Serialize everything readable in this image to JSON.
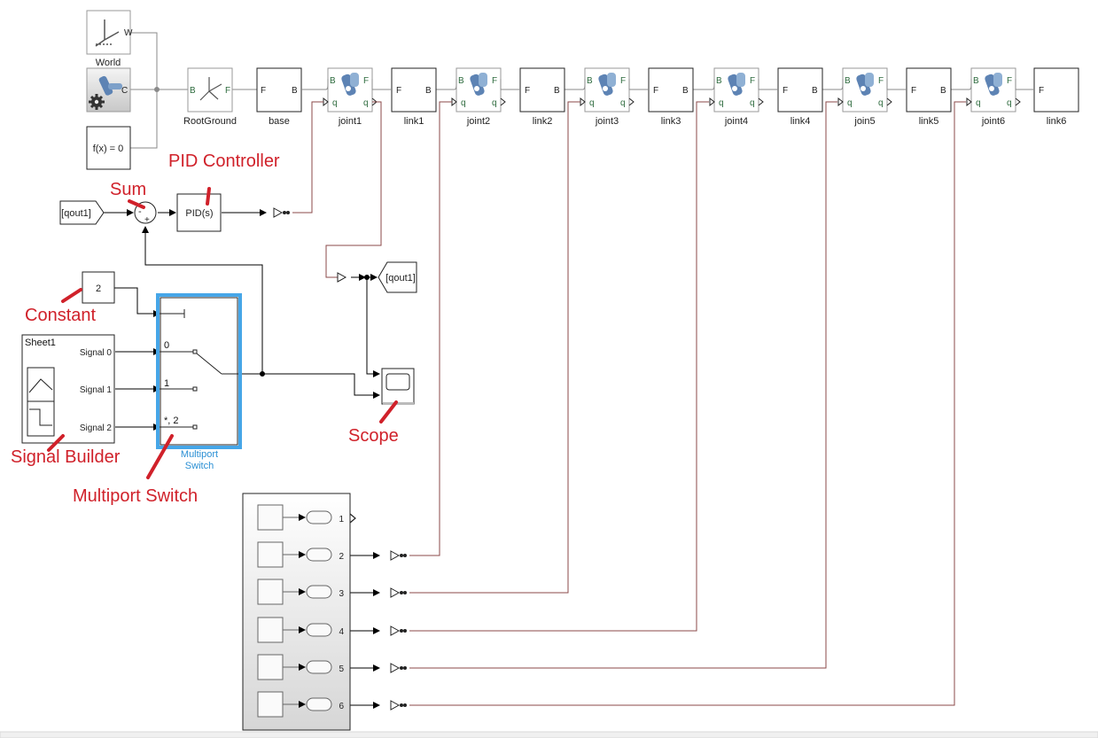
{
  "chain": {
    "world_label": "World",
    "world_port": "W",
    "solver_port": "C",
    "fx_text": "f(x) = 0",
    "root_label": "RootGround",
    "root_ports": [
      "B",
      "F"
    ],
    "base_label": "base",
    "link_ports": [
      "F",
      "B"
    ],
    "joint_ports": {
      "b": "B",
      "f": "F",
      "q": "q"
    },
    "joints": [
      "joint1",
      "joint2",
      "joint3",
      "joint4",
      "join5",
      "joint6"
    ],
    "links": [
      "link1",
      "link2",
      "link3",
      "link4",
      "link5"
    ],
    "last_link": "link6",
    "last_link_port": "F"
  },
  "control": {
    "goto_tag": "[qout1]",
    "from_tag": "[qout1]",
    "pid_text": "PID(s)",
    "sum_signs": [
      "-",
      "+"
    ],
    "constant_value": "2",
    "sheet_name": "Sheet1",
    "signals": [
      "Signal 0",
      "Signal 1",
      "Signal 2"
    ],
    "switch_ports": [
      "0",
      "1",
      "*, 2"
    ],
    "switch_name_1": "Multiport",
    "switch_name_2": "Switch"
  },
  "subsystem": {
    "ports": [
      "1",
      "2",
      "3",
      "4",
      "5",
      "6"
    ]
  },
  "annotations": {
    "pid": "PID Controller",
    "sum": "Sum",
    "constant": "Constant",
    "scope": "Scope",
    "signal_builder": "Signal Builder",
    "multiport": "Multiport Switch"
  },
  "colors": {
    "signal": "#000000",
    "physical": "#8b4a4a",
    "annotation": "#d0212a",
    "highlight": "#46a6e8",
    "joint_icon": "#5d83b4"
  }
}
